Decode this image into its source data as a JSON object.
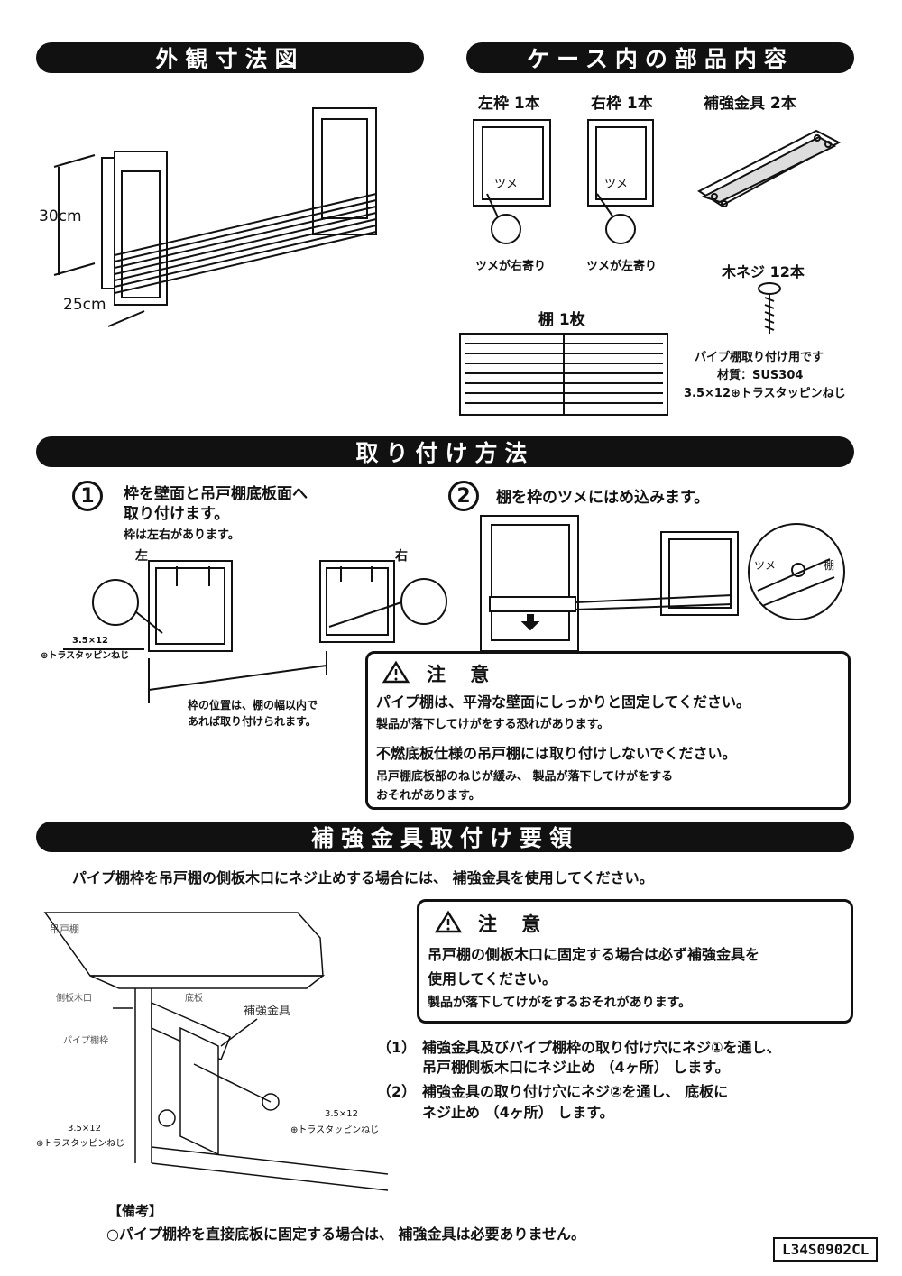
{
  "headers": {
    "dimensions": "外観寸法図",
    "contents": "ケース内の部品内容",
    "install": "取り付け方法",
    "reinforce": "補強金具取付け要領"
  },
  "dims": {
    "height": "30cm",
    "depth": "25cm"
  },
  "parts": {
    "left_frame": "左枠 1本",
    "right_frame": "右枠 1本",
    "bracket": "補強金具 2本",
    "claw": "ツメ",
    "claw_right": "ツメが右寄り",
    "claw_left": "ツメが左寄り",
    "screw": "木ネジ 12本",
    "shelf": "棚 1枚",
    "screw_note1": "パイプ棚取り付け用です",
    "screw_note2": "材質：SUS304",
    "screw_note3": "3.5×12⊕トラスタッピンねじ"
  },
  "step1": {
    "num": "1",
    "line1": "枠を壁面と吊戸棚底板面へ",
    "line2": "取り付けます。",
    "sub": "枠は左右があります。",
    "left": "左",
    "right": "右",
    "screw1": "3.5×12",
    "screw2": "⊕トラスタッピンねじ",
    "pos1": "枠の位置は、棚の幅以内で",
    "pos2": "あれば取り付けられます。"
  },
  "step2": {
    "num": "2",
    "text": "棚を枠のツメにはめ込みます。",
    "claw": "ツメ",
    "shelf": "棚"
  },
  "caution1": {
    "title": "注 意",
    "l1": "パイプ棚は、平滑な壁面にしっかりと固定してください。",
    "l2": "製品が落下してけがをする恐れがあります。",
    "l3": "不燃底板仕様の吊戸棚には取り付けしないでください。",
    "l4": "吊戸棚底板部のねじが緩み、 製品が落下してけがをする",
    "l5": "おそれがあります。"
  },
  "reinforce_intro": "パイプ棚枠を吊戸棚の側板木口にネジ止めする場合には、 補強金具を使用してください。",
  "caution2": {
    "title": "注 意",
    "l1": "吊戸棚の側板木口に固定する場合は必ず補強金具を",
    "l2": "使用してください。",
    "l3": "製品が落下してけがをするおそれがあります。"
  },
  "diagram_labels": {
    "cabinet": "吊戸棚",
    "side": "側板木口",
    "bottom": "底板",
    "frame": "パイプ棚枠",
    "bracket": "補強金具",
    "screw_a1": "3.5×12",
    "screw_a2": "⊕トラスタッピンねじ",
    "screw_b1": "3.5×12",
    "screw_b2": "⊕トラスタッピンねじ"
  },
  "instr": {
    "n1": "（1）",
    "l1a": "補強金具及びパイプ棚枠の取り付け穴にネジ①を通し、",
    "l1b": "吊戸棚側板木口にネジ止め （4ヶ所） します。",
    "n2": "（2）",
    "l2a": "補強金具の取り付け穴にネジ②を通し、 底板に",
    "l2b": "ネジ止め （4ヶ所） します。"
  },
  "remarks": {
    "title": "【備考】",
    "line": "○パイプ棚枠を直接底板に固定する場合は、 補強金具は必要ありません。"
  },
  "code": "L34S0902CL"
}
